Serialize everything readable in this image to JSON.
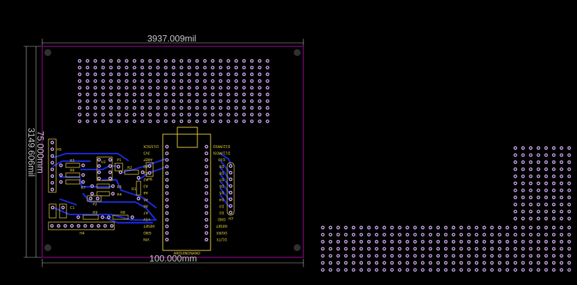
{
  "dimensions": {
    "width_mil": "3937.009mil",
    "width_mm": "100.000mm",
    "height_mil": "3149.606mil",
    "height_mm": "75.000mm"
  },
  "colors": {
    "background": "#000000",
    "board_outline": "#b000b0",
    "silkscreen": "#e8d040",
    "copper_track": "#1a2ad8",
    "pad_ring": "#c8a2e8",
    "pad_hole": "#000000",
    "dimension": "#c8c8c8"
  },
  "components": {
    "h5": "H5",
    "h4": "H4",
    "h6": "H6",
    "h7": "H7",
    "r1": "R1",
    "r2": "R2",
    "r3": "R3",
    "r4": "R4",
    "r5": "R5",
    "r6": "R6",
    "r7": "R7",
    "r8": "R8",
    "r9": "R9",
    "c1": "C1",
    "u2": "U2",
    "p1": "P1",
    "p2": "P2",
    "arduino": "ARDUINONANO"
  },
  "arduino_left_pins": [
    "D13/SCK",
    "3V3",
    "AREF",
    "A0",
    "A1",
    "A2",
    "A3",
    "A4",
    "A5",
    "A6",
    "A7",
    "+5V",
    "RESET",
    "GND",
    "VIN"
  ],
  "arduino_right_pins": [
    "D12/MISO",
    "D11/MOSI",
    "D10",
    "D9",
    "D8",
    "D7",
    "D6",
    "D5",
    "D4",
    "D3",
    "D2",
    "GND",
    "RESET",
    "D0/RX",
    "D1/TX"
  ]
}
